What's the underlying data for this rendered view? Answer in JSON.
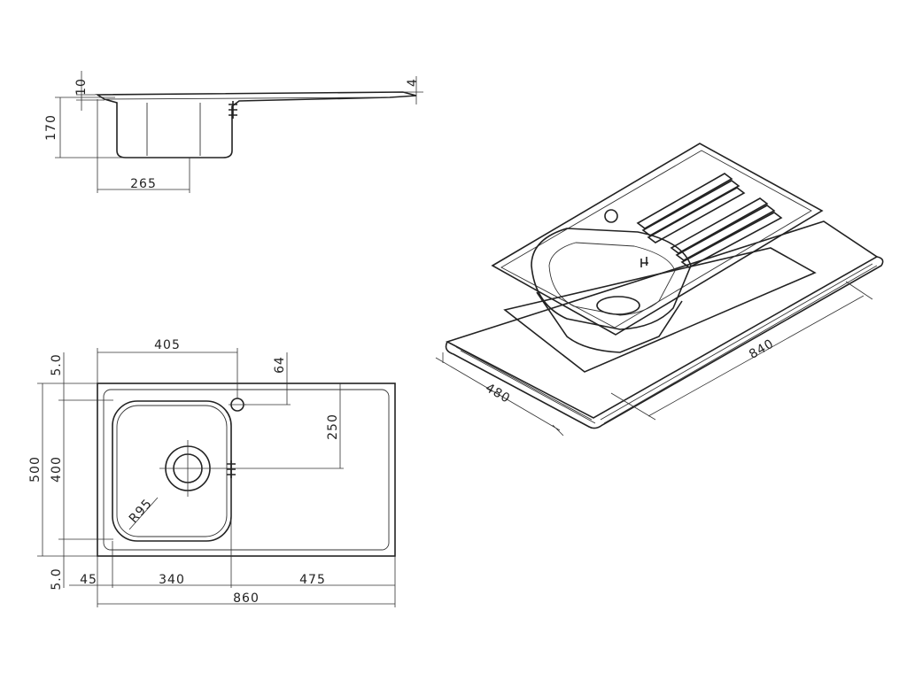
{
  "side_view": {
    "dim_flange": "10",
    "dim_depth": "170",
    "dim_bowl_width": "265",
    "dim_thickness": "4"
  },
  "top_view": {
    "dim_tap_offset": "405",
    "dim_tap_hole": "64",
    "dim_drain_offset": "250",
    "dim_width_outer": "500",
    "dim_width_inner": "400",
    "dim_edge_top": "5.0",
    "dim_edge_bottom": "5.0",
    "dim_left_margin": "45",
    "dim_bowl_length": "340",
    "dim_drainer_length": "475",
    "dim_total_length": "860",
    "dim_corner_radius": "R95"
  },
  "iso_view": {
    "dim_cutout_width": "480",
    "dim_cutout_length": "840"
  }
}
